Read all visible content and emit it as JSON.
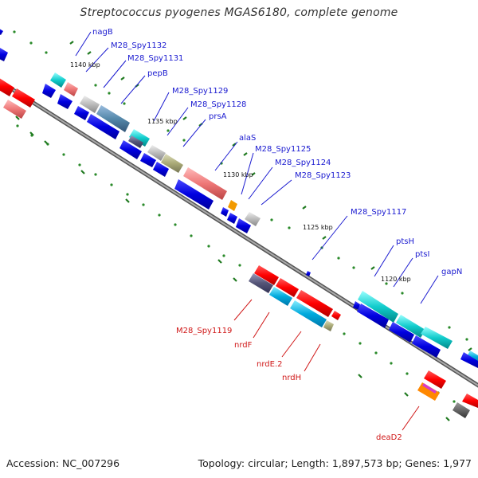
{
  "title": "Streptococcus pyogenes MGAS6180, complete genome",
  "footer": {
    "accession": "Accession: NC_007296",
    "topology": "Topology: circular; Length: 1,897,573 bp; Genes: 1,977"
  },
  "kbp_ticks": [
    "1140 kbp",
    "1135 kbp",
    "1130 kbp",
    "1125 kbp",
    "1120 kbp"
  ],
  "gene_labels_top": [
    "nagB",
    "M28_Spy1132",
    "M28_Spy1131",
    "pepB",
    "M28_Spy1129",
    "M28_Spy1128",
    "prsA",
    "alaS",
    "M28_Spy1125",
    "M28_Spy1124",
    "M28_Spy1123",
    "M28_Spy1117",
    "ptsH",
    "ptsI",
    "gapN"
  ],
  "gene_labels_bottom": [
    "M28_Spy1119",
    "nrdF",
    "nrdE.2",
    "nrdH",
    "deaD2"
  ],
  "colors": {
    "label_top": "#1a1ad0",
    "label_bottom": "#d01818",
    "cds_blue": "#0a0adc",
    "tick_green": "#2a8a2a",
    "backbone": "#8c8c8c"
  }
}
